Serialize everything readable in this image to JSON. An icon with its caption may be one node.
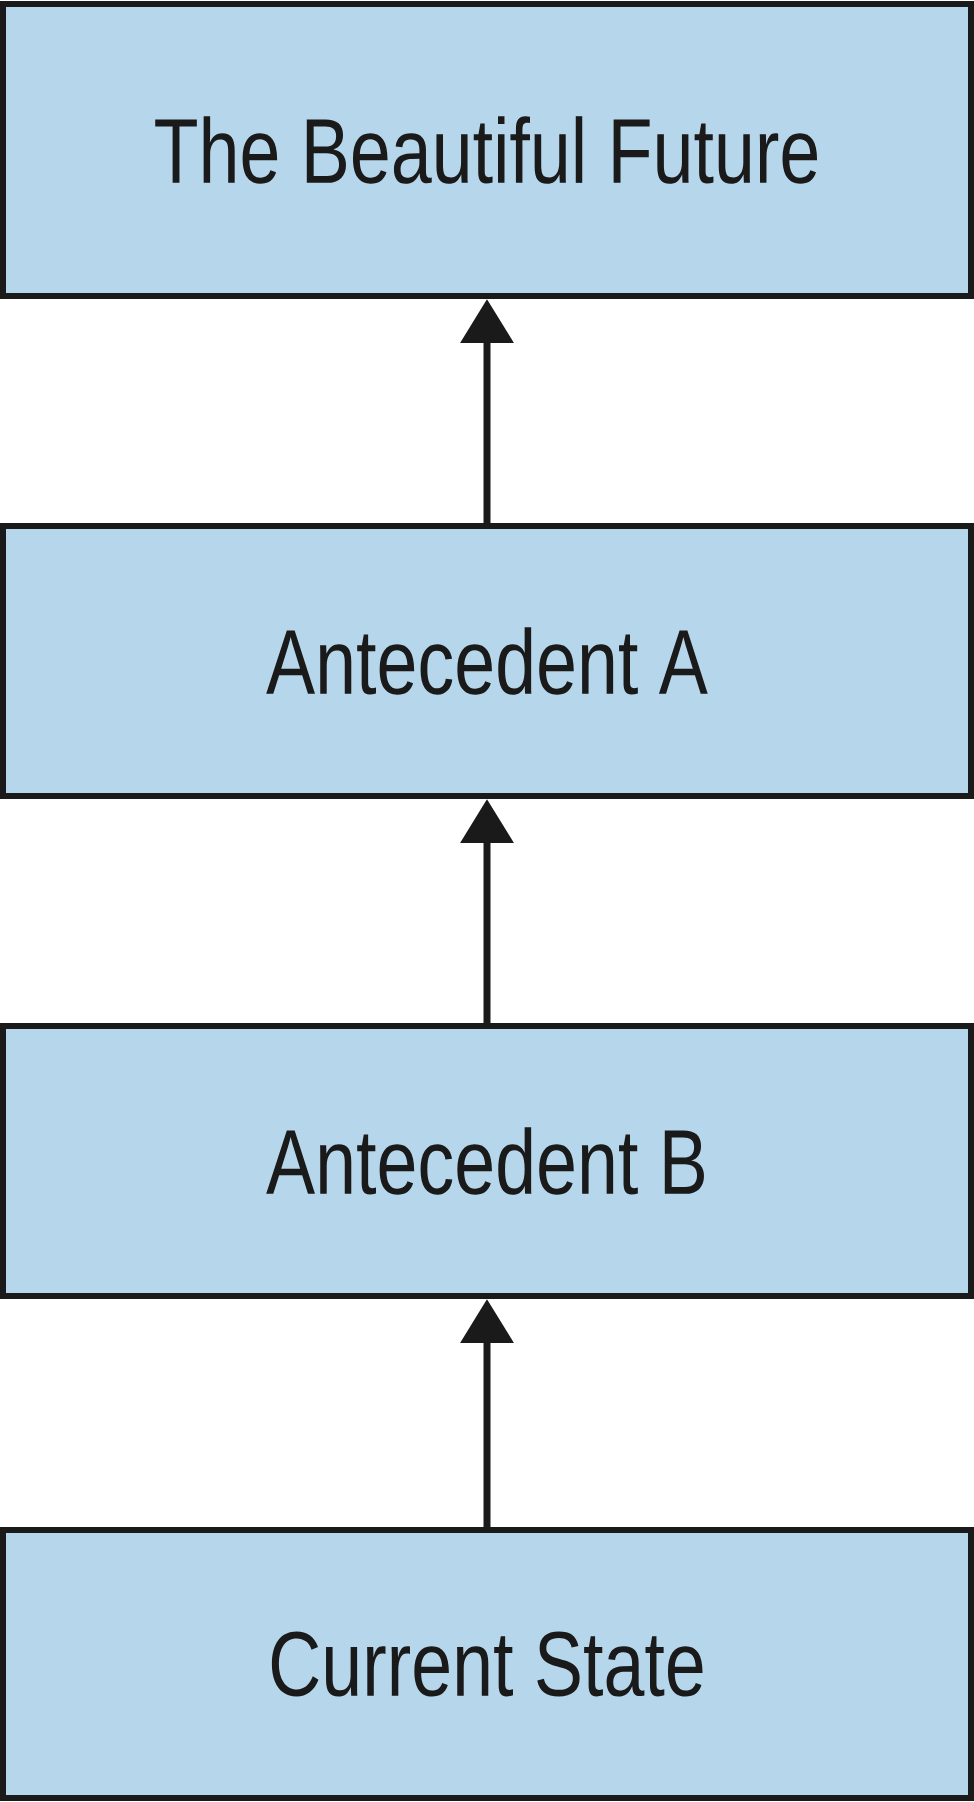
{
  "diagram": {
    "nodes": [
      {
        "text": [
          "The Beautiful Future"
        ]
      },
      {
        "text": [
          "Antecedent A"
        ]
      },
      {
        "text": [
          "Antecedent B"
        ]
      },
      {
        "text": [
          "Current State"
        ]
      }
    ],
    "edges": [
      {
        "from": 3,
        "to": 2,
        "arrow": "to"
      },
      {
        "from": 2,
        "to": 1,
        "arrow": "to"
      },
      {
        "from": 1,
        "to": 0,
        "arrow": "to"
      }
    ]
  }
}
